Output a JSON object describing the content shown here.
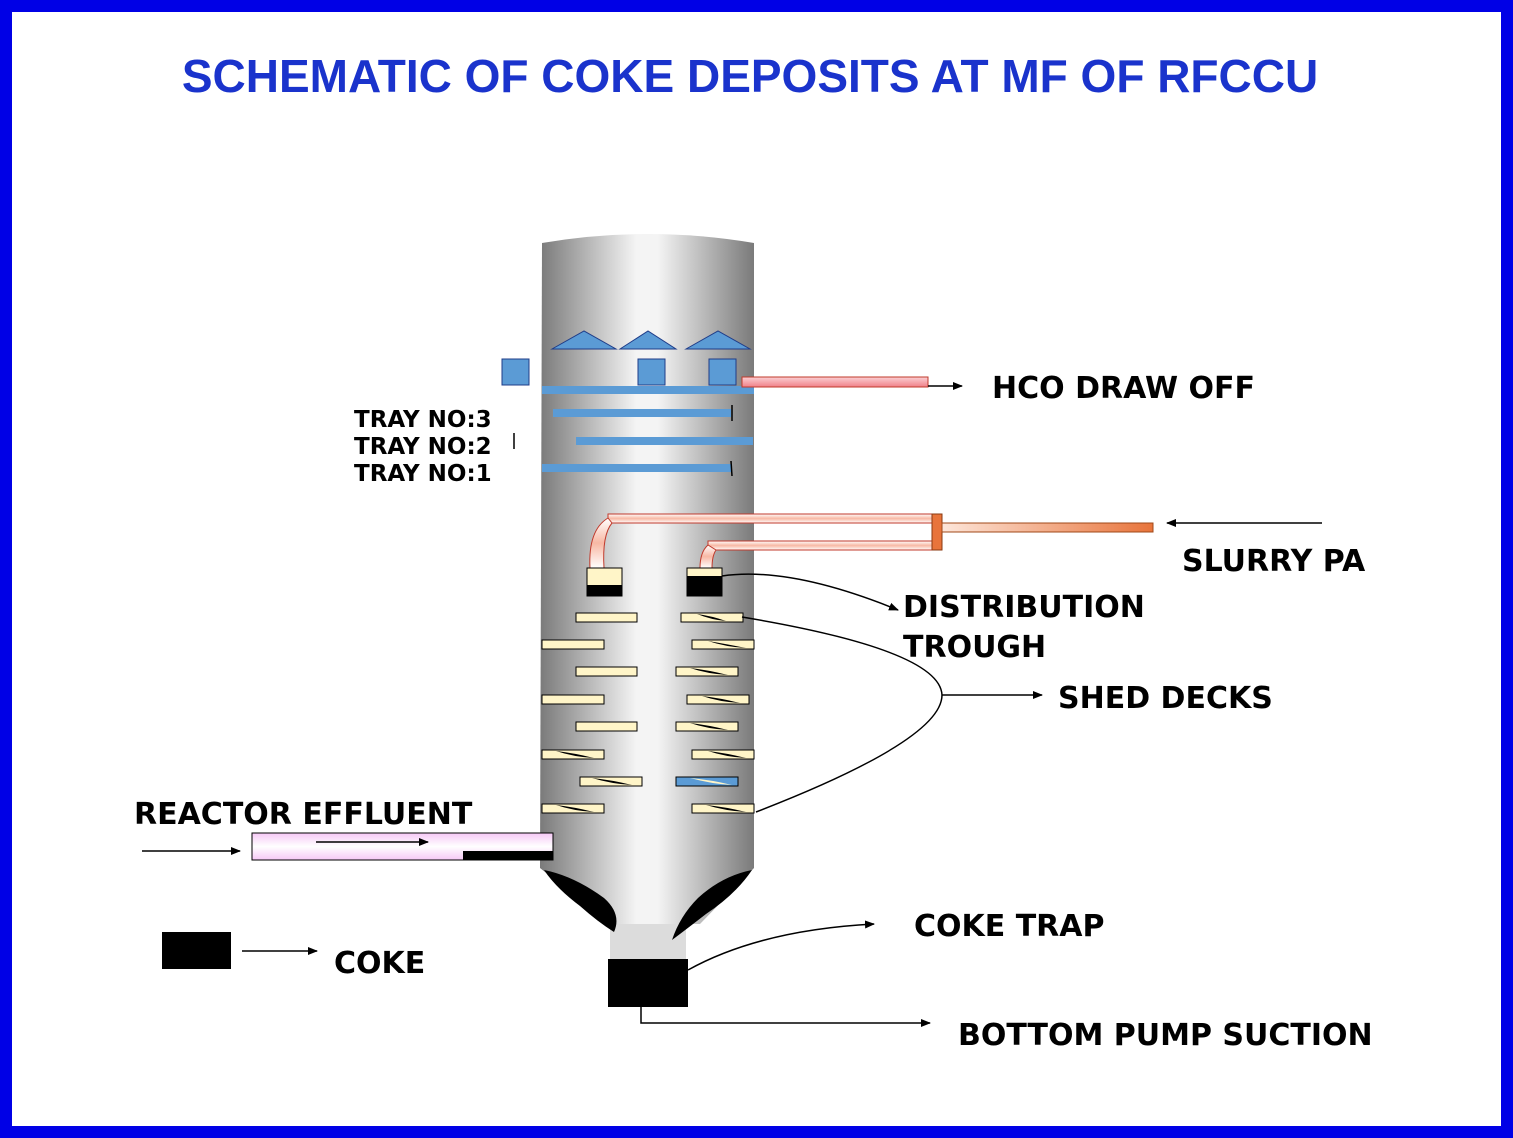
{
  "title": "SCHEMATIC OF COKE DEPOSITS  AT MF OF RFCCU",
  "labels": {
    "hco_draw_off": "HCO DRAW OFF",
    "tray_3": "TRAY NO:3",
    "tray_2": "TRAY NO:2",
    "tray_1": "TRAY NO:1",
    "slurry_pa": "SLURRY PA",
    "distribution_line1": "DISTRIBUTION",
    "distribution_line2": "TROUGH",
    "shed_decks": "SHED DECKS",
    "reactor_effluent": "REACTOR EFFLUENT",
    "coke_trap": "COKE TRAP",
    "coke_legend": "COKE",
    "bottom_pump_suction": "BOTTOM PUMP SUCTION"
  },
  "colors": {
    "border": "#0000e6",
    "title": "#1a33cc",
    "tray_blue": "#5b9bd5",
    "hco_pipe": "#f4a0a8",
    "slurry_pipe": "#e8743b",
    "shed_deck": "#fff5c8",
    "reactor_pipe": "#f5c9f5",
    "coke": "#000000"
  }
}
